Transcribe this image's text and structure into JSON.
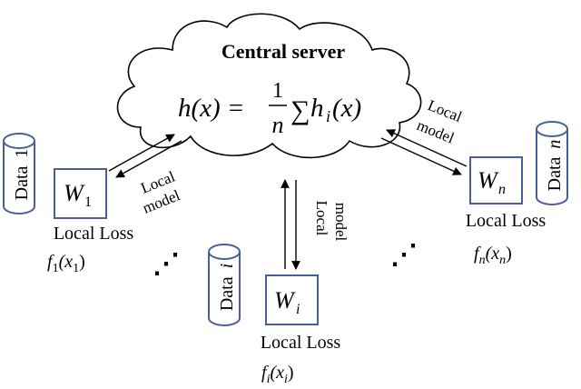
{
  "server": {
    "title": "Central server",
    "formula": {
      "lhs": "h(x) =",
      "num": "1",
      "den": "n",
      "sum": "∑",
      "rhs": "h",
      "rhs_sub": "i",
      "rhs_arg": "(x)"
    }
  },
  "clients": [
    {
      "data_label": "Data",
      "data_index": "1",
      "w": "W",
      "w_sub": "1",
      "loss_label": "Local Loss",
      "f": "f",
      "f_sub": "1",
      "f_arg_open": "(x",
      "f_arg_sub": "1",
      "f_arg_close": ")"
    },
    {
      "data_label": "Data",
      "data_index": "i",
      "w": "W",
      "w_sub": "i",
      "loss_label": "Local Loss",
      "f": "f",
      "f_sub": "i",
      "f_arg_open": "(x",
      "f_arg_sub": "i",
      "f_arg_close": ")"
    },
    {
      "data_label": "Data",
      "data_index": "n",
      "w": "W",
      "w_sub": "n",
      "loss_label": "Local Loss",
      "f": "f",
      "f_sub": "n",
      "f_arg_open": "(x",
      "f_arg_sub": "n",
      "f_arg_close": ")"
    }
  ],
  "links": {
    "local_line1": "Local",
    "local_line2": "model"
  },
  "ellipsis": "⋰",
  "colors": {
    "accent": "#4a5f9a",
    "ink": "#000000"
  }
}
